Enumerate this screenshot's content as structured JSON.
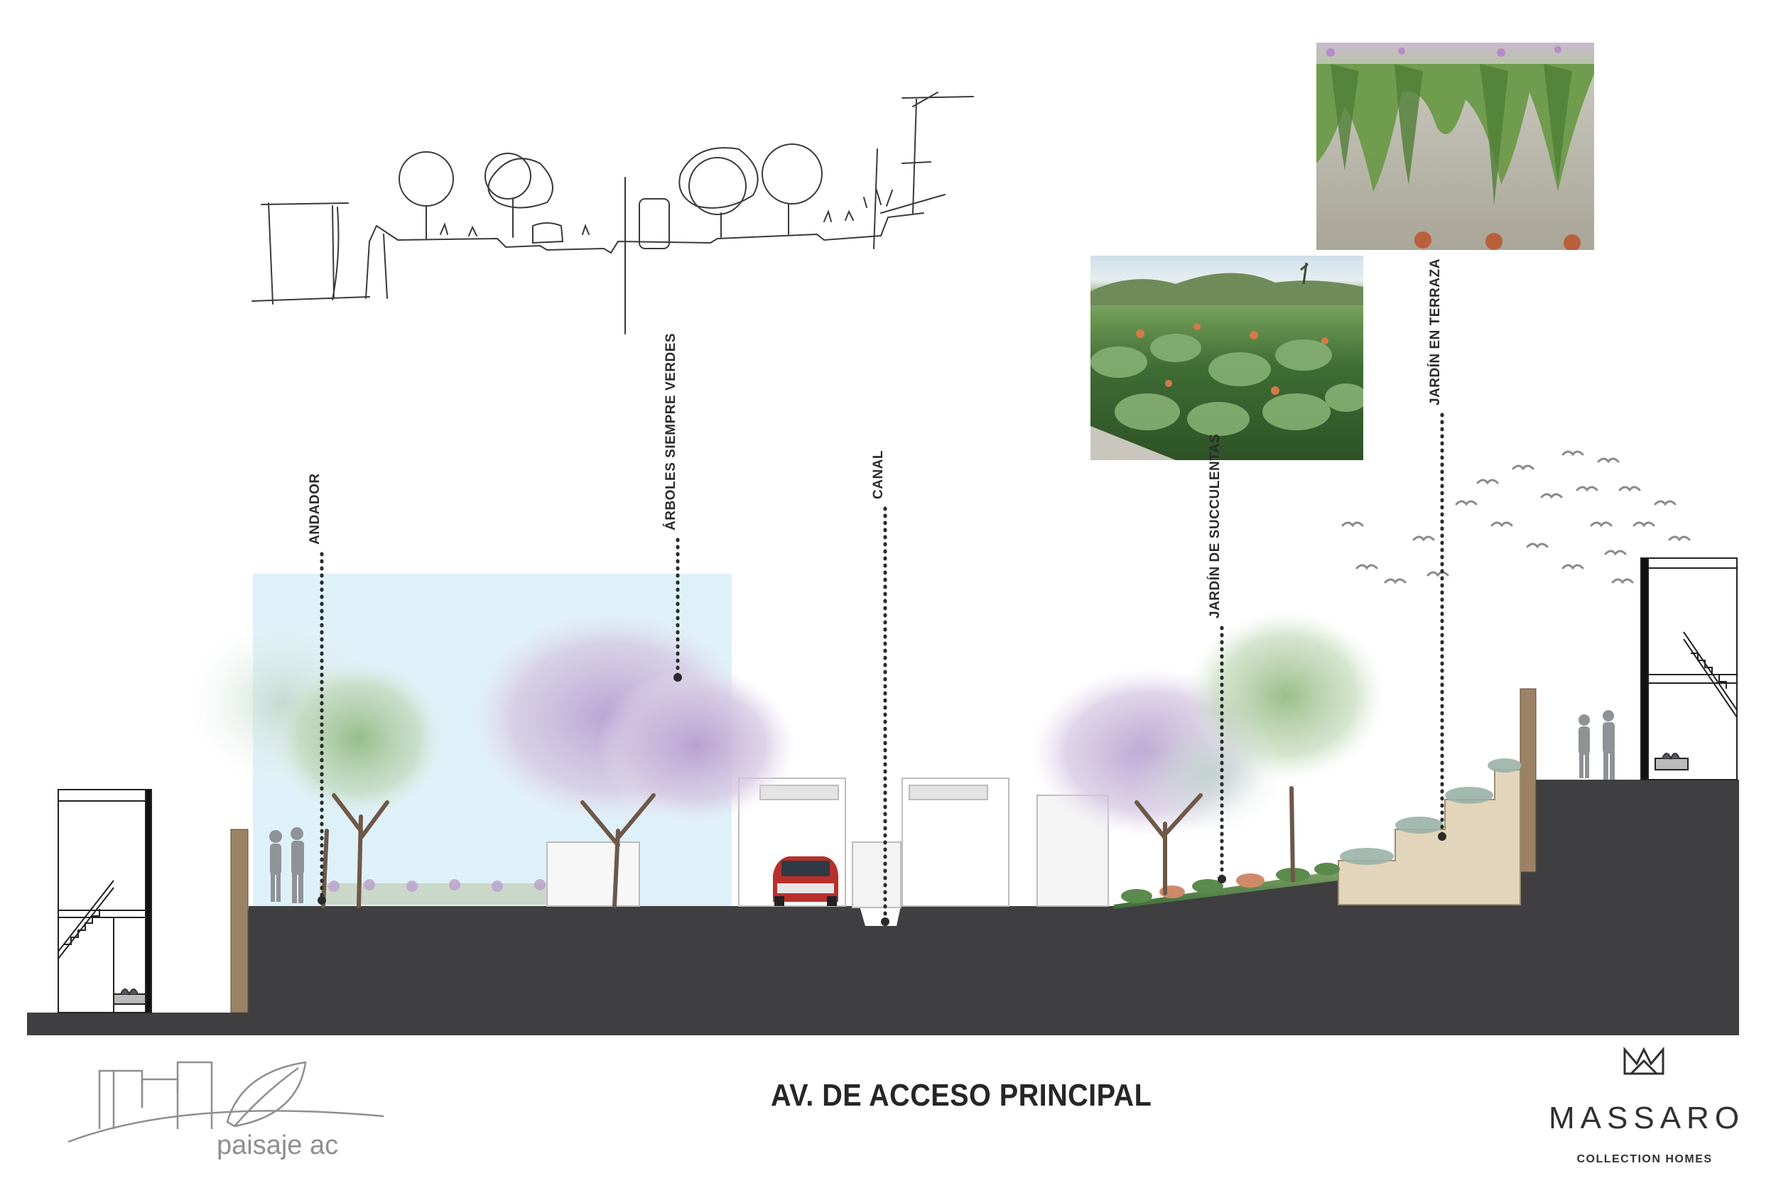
{
  "title": "AV. DE ACCESO PRINCIPAL",
  "callouts": [
    {
      "id": "andador",
      "label": "ANDADOR"
    },
    {
      "id": "arboles",
      "label": "ÁRBOLES SIEMPRE VERDES"
    },
    {
      "id": "canal",
      "label": "CANAL"
    },
    {
      "id": "suculentas",
      "label": "JARDÍN DE SUCCULENTAS"
    },
    {
      "id": "terraza",
      "label": "JARDÍN EN TERRAZA"
    }
  ],
  "brand": {
    "wordmark": "MASSARO",
    "tagline": "COLLECTION HOMES",
    "icon": "crown-icon"
  },
  "studio": {
    "name": "paisaje ac",
    "icon": "skyline-leaf-logo"
  },
  "photos": [
    {
      "name": "succulent-garden-photo",
      "icon": "succulent-photo"
    },
    {
      "name": "terrace-garden-photo",
      "icon": "hanging-plants-photo"
    }
  ],
  "colors": {
    "ground": "#3f3f41",
    "sky": "#dff1f8",
    "terrace": "#e2d5bc",
    "tree_purple": "#c8b3d6",
    "tree_green": "#9bbf8c",
    "leader": "#2b2b2b"
  }
}
